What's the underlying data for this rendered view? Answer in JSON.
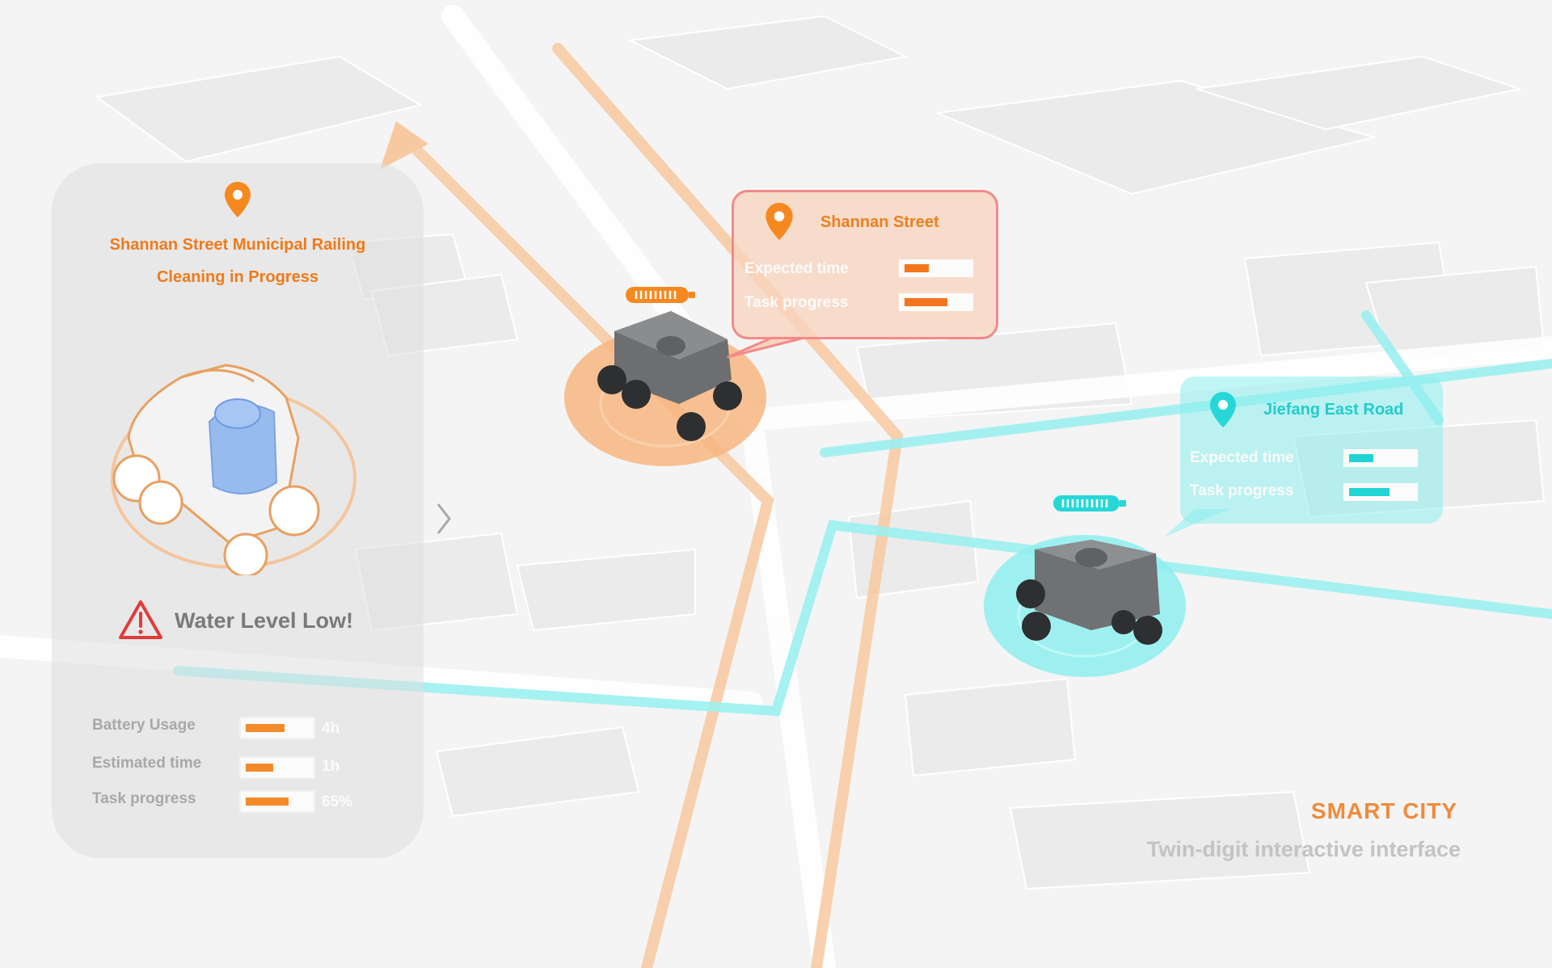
{
  "left_panel": {
    "title_line1": "Shannan Street Municipal Railing",
    "title_line2": "Cleaning in Progress",
    "warning": "Water Level Low!",
    "stats": [
      {
        "label": "Battery Usage",
        "value": "4h",
        "fill": 0.6
      },
      {
        "label": "Estimated time",
        "value": "1h",
        "fill": 0.4
      },
      {
        "label": "Task  progress",
        "value": "65%",
        "fill": 0.65
      }
    ]
  },
  "callout_shannan": {
    "title": "Shannan Street",
    "expected_label": "Expected time",
    "expected_fill": 0.38,
    "progress_label": "Task  progress",
    "progress_fill": 0.62
  },
  "callout_jiefang": {
    "title": "Jiefang East Road",
    "expected_label": "Expected time",
    "expected_fill": 0.36,
    "progress_label": "Task  progress",
    "progress_fill": 0.6
  },
  "footer": {
    "brand": "SMART  CITY",
    "subtitle": "Twin-digit interactive interface"
  },
  "colors": {
    "accent_orange": "#f07a1a",
    "accent_cyan": "#2fd8d8",
    "warning_red": "#e03a3a"
  },
  "icons": [
    "location-pin-icon",
    "warning-triangle-icon",
    "chevron-right-icon",
    "battery-icon"
  ]
}
